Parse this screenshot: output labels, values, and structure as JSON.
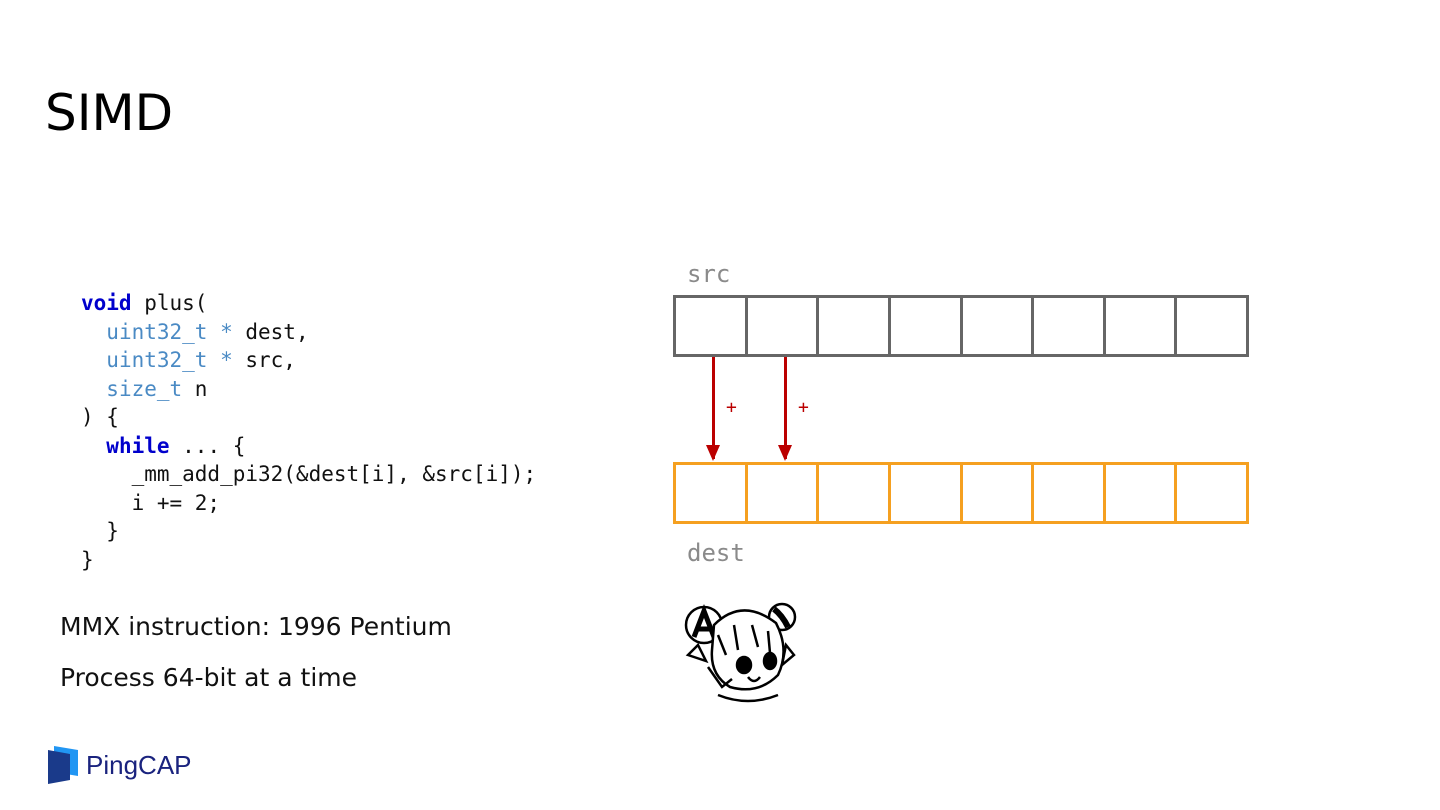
{
  "slide": {
    "title": "SIMD",
    "code": {
      "lines": [
        [
          {
            "t": "void",
            "c": "kw"
          },
          {
            "t": " plus(",
            "c": ""
          }
        ],
        [
          {
            "t": "  ",
            "c": ""
          },
          {
            "t": "uint32_t * ",
            "c": "ty"
          },
          {
            "t": "dest,",
            "c": ""
          }
        ],
        [
          {
            "t": "  ",
            "c": ""
          },
          {
            "t": "uint32_t * ",
            "c": "ty"
          },
          {
            "t": "src,",
            "c": ""
          }
        ],
        [
          {
            "t": "  ",
            "c": ""
          },
          {
            "t": "size_t",
            "c": "ty"
          },
          {
            "t": " n",
            "c": ""
          }
        ],
        [
          {
            "t": ") {",
            "c": ""
          }
        ],
        [
          {
            "t": "  ",
            "c": ""
          },
          {
            "t": "while",
            "c": "kw"
          },
          {
            "t": " ... {",
            "c": ""
          }
        ],
        [
          {
            "t": "    _mm_add_pi32(&dest[i], &src[i]);",
            "c": ""
          }
        ],
        [
          {
            "t": "    i += 2;",
            "c": ""
          }
        ],
        [
          {
            "t": "  }",
            "c": ""
          }
        ],
        [
          {
            "t": "}",
            "c": ""
          }
        ]
      ]
    },
    "bullets": [
      "MMX instruction: 1996 Pentium",
      "Process 64-bit at a time"
    ],
    "diagram": {
      "src_label": "src",
      "dest_label": "dest",
      "cell_count": 8,
      "operator": "+",
      "src_color": "#666666",
      "dest_color": "#f5a020",
      "arrow_color": "#bb0000"
    },
    "logo": {
      "text": "PingCAP",
      "icon": "pingcap-logo-icon"
    },
    "mascot": {
      "icon": "anime-mascot-icon"
    }
  }
}
